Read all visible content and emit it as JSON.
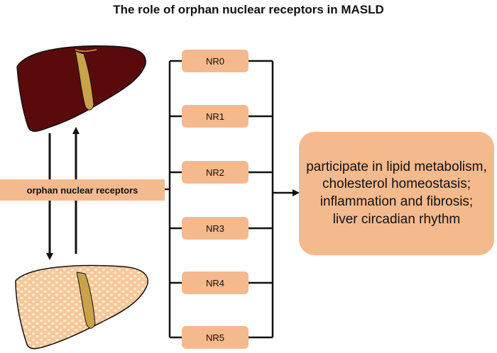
{
  "title": "The role of orphan nuclear receptors in MASLD",
  "center_label": "orphan nuclear receptors",
  "receptors": [
    "NR0",
    "NR1",
    "NR2",
    "NR3",
    "NR4",
    "NR5"
  ],
  "outcome": "participate in lipid metabolism, cholesterol homeostasis; inflammation and fibrosis; liver circadian rhythm",
  "colors": {
    "box_fill": "#f5b98e",
    "healthy_liver": "#5a0a0a",
    "fatty_liver": "#f7c79a",
    "gallbladder": "#c9a24a",
    "line": "#111111"
  },
  "icons": [
    "healthy-liver-icon",
    "fatty-liver-icon",
    "down-arrow-icon",
    "up-arrow-icon",
    "right-arrow-icon"
  ]
}
